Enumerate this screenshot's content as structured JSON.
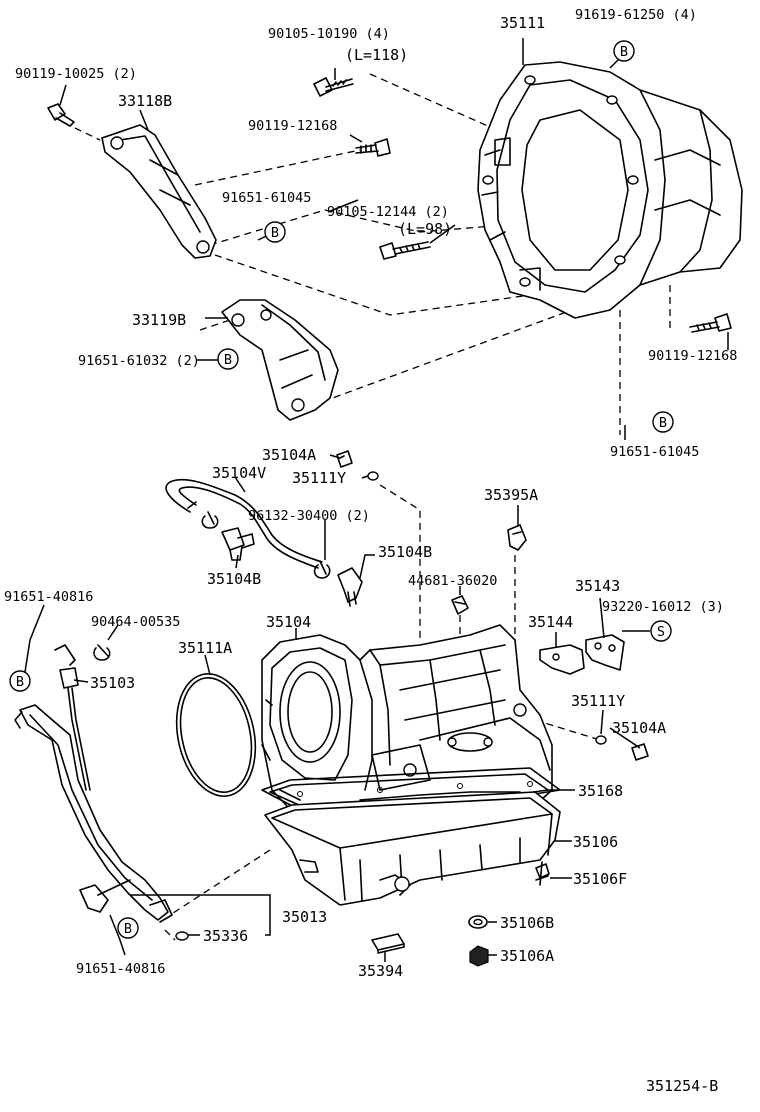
{
  "diagram_id": "351254-B",
  "labels": {
    "p90105_10190": "90105-10190 (4)",
    "p90105_10190_len": "(L=118)",
    "p35111": "35111",
    "p91619_61250": "91619-61250 (4)",
    "p90119_10025": "90119-10025 (2)",
    "p33118B": "33118B",
    "p90119_12168_a": "90119-12168",
    "p91651_61045_a": "91651-61045",
    "p90105_12144": "90105-12144 (2)",
    "p90105_12144_len": "(L=98)",
    "p33119B": "33119B",
    "p91651_61032": "91651-61032 (2)",
    "p90119_12168_b": "90119-12168",
    "p91651_61045_b": "91651-61045",
    "p35104A_top": "35104A",
    "p35104V": "35104V",
    "p35111Y_top": "35111Y",
    "p96132_30400": "96132-30400 (2)",
    "p35104B_right": "35104B",
    "p35104B_left": "35104B",
    "p35395A": "35395A",
    "p44681_36020": "44681-36020",
    "p35143": "35143",
    "p93220_16012": "93220-16012 (3)",
    "p35144": "35144",
    "p91651_40816_top": "91651-40816",
    "p90464_00535": "90464-00535",
    "p35111A": "35111A",
    "p35104": "35104",
    "p35103": "35103",
    "p35111Y_right": "35111Y",
    "p35104A_right": "35104A",
    "p35168": "35168",
    "p35106": "35106",
    "p35106F": "35106F",
    "p35013": "35013",
    "p35336": "35336",
    "p35106B": "35106B",
    "p35106A": "35106A",
    "p35394": "35394",
    "p91651_40816_bottom": "91651-40816"
  },
  "markers": {
    "b": "B",
    "s": "S"
  }
}
